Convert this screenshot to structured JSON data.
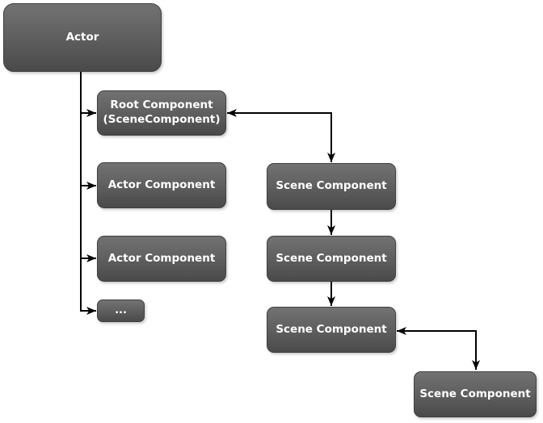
{
  "diagram": {
    "type": "hierarchy",
    "description": "Actor component hierarchy diagram",
    "colors": {
      "background": "#ffffff",
      "node_gradient_top": "#727272",
      "node_gradient_bottom": "#4a4a4a",
      "node_border": "#404040",
      "node_text": "#ffffff",
      "connector": "#000000"
    },
    "nodes": {
      "actor": {
        "label": "Actor"
      },
      "root": {
        "label": "Root Component\n(SceneComponent)"
      },
      "ac1": {
        "label": "Actor Component"
      },
      "ac2": {
        "label": "Actor Component"
      },
      "more": {
        "label": "..."
      },
      "sc1": {
        "label": "Scene Component"
      },
      "sc2": {
        "label": "Scene Component"
      },
      "sc3": {
        "label": "Scene Component"
      },
      "sc4": {
        "label": "Scene Component"
      }
    },
    "edges": [
      {
        "from": "actor",
        "to": "root",
        "arrows": "end"
      },
      {
        "from": "actor",
        "to": "ac1",
        "arrows": "end"
      },
      {
        "from": "actor",
        "to": "ac2",
        "arrows": "end"
      },
      {
        "from": "actor",
        "to": "more",
        "arrows": "end"
      },
      {
        "from": "sc1",
        "to": "root",
        "arrows": "both"
      },
      {
        "from": "sc1",
        "to": "sc2",
        "arrows": "end"
      },
      {
        "from": "sc2",
        "to": "sc3",
        "arrows": "end"
      },
      {
        "from": "sc4",
        "to": "sc3",
        "arrows": "both"
      }
    ]
  }
}
